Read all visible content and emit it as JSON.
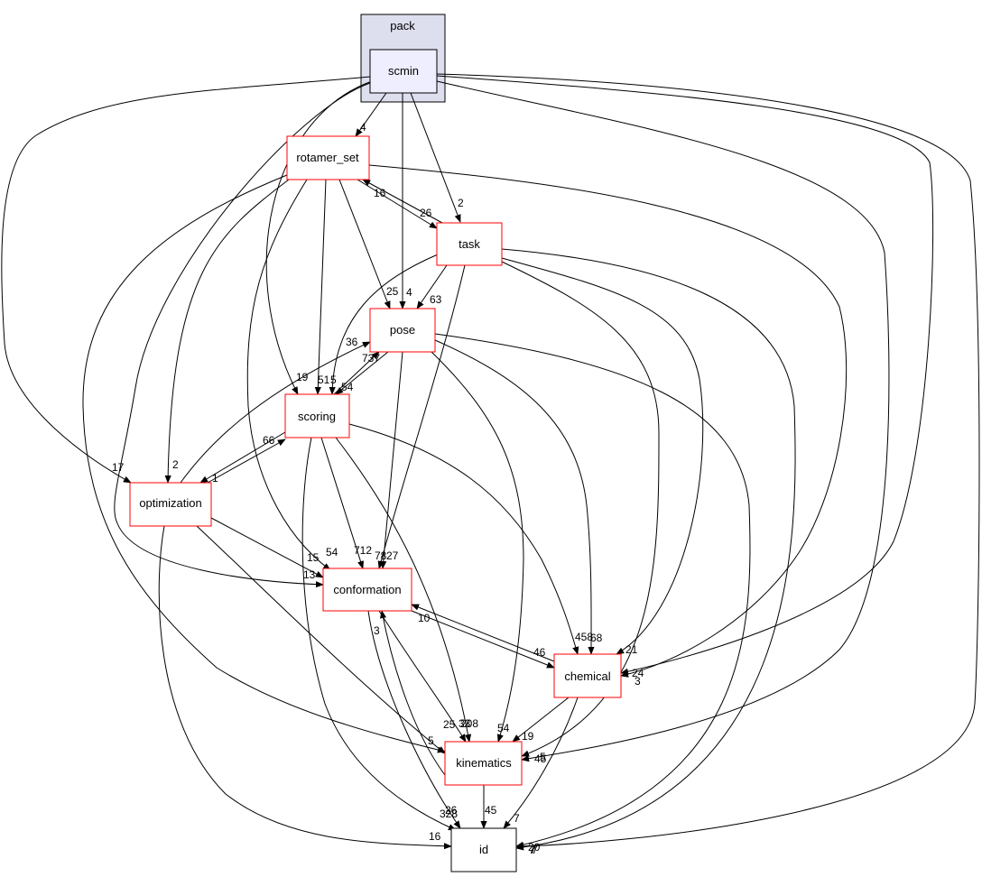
{
  "cluster": {
    "label": "pack"
  },
  "nodes": [
    {
      "id": "scmin",
      "label": "scmin"
    },
    {
      "id": "rotamer_set",
      "label": "rotamer_set"
    },
    {
      "id": "task",
      "label": "task"
    },
    {
      "id": "pose",
      "label": "pose"
    },
    {
      "id": "scoring",
      "label": "scoring"
    },
    {
      "id": "optimization",
      "label": "optimization"
    },
    {
      "id": "conformation",
      "label": "conformation"
    },
    {
      "id": "chemical",
      "label": "chemical"
    },
    {
      "id": "kinematics",
      "label": "kinematics"
    },
    {
      "id": "id",
      "label": "id"
    }
  ],
  "edge_labels": [
    {
      "id": "scmin-rotamer_set",
      "text": "4"
    },
    {
      "id": "scmin-task",
      "text": "2"
    },
    {
      "id": "scmin-pose",
      "text": "4"
    },
    {
      "id": "scmin-scoring",
      "text": "19"
    },
    {
      "id": "scmin-optimization",
      "text": "17"
    },
    {
      "id": "scmin-conformation",
      "text": "13"
    },
    {
      "id": "scmin-chemical",
      "text": "24"
    },
    {
      "id": "scmin-kinematics",
      "text": "45"
    },
    {
      "id": "scmin-id",
      "text": "20"
    },
    {
      "id": "rotamer_set-task",
      "text": "26"
    },
    {
      "id": "task-rotamer_set",
      "text": "16"
    },
    {
      "id": "rotamer_set-pose",
      "text": "25"
    },
    {
      "id": "rotamer_set-scoring",
      "text": "51"
    },
    {
      "id": "rotamer_set-optimization",
      "text": "2"
    },
    {
      "id": "rotamer_set-conformation",
      "text": "54"
    },
    {
      "id": "rotamer_set-kinematics",
      "text": "25"
    },
    {
      "id": "rotamer_set-chemical",
      "text": "3"
    },
    {
      "id": "task-pose",
      "text": "63"
    },
    {
      "id": "task-scoring",
      "text": "5"
    },
    {
      "id": "task-conformation",
      "text": "27"
    },
    {
      "id": "task-chemical",
      "text": "21"
    },
    {
      "id": "task-kinematics",
      "text": "5"
    },
    {
      "id": "task-id",
      "text": "7"
    },
    {
      "id": "scoring-pose",
      "text": "737"
    },
    {
      "id": "pose-scoring",
      "text": "54"
    },
    {
      "id": "optimization-pose",
      "text": "36"
    },
    {
      "id": "pose-conformation",
      "text": "78"
    },
    {
      "id": "pose-chemical",
      "text": "68"
    },
    {
      "id": "pose-kinematics",
      "text": "54"
    },
    {
      "id": "pose-id",
      "text": "7"
    },
    {
      "id": "scoring-optimization",
      "text": "1"
    },
    {
      "id": "optimization-scoring",
      "text": "66"
    },
    {
      "id": "scoring-conformation",
      "text": "712"
    },
    {
      "id": "scoring-chemical",
      "text": "458"
    },
    {
      "id": "scoring-kinematics",
      "text": "208"
    },
    {
      "id": "scoring-id",
      "text": "328"
    },
    {
      "id": "optimization-conformation",
      "text": "15"
    },
    {
      "id": "optimization-kinematics",
      "text": "5"
    },
    {
      "id": "optimization-id",
      "text": "16"
    },
    {
      "id": "conformation-chemical",
      "text": "46"
    },
    {
      "id": "chemical-conformation",
      "text": "10"
    },
    {
      "id": "conformation-kinematics",
      "text": "33"
    },
    {
      "id": "conformation-id",
      "text": "26"
    },
    {
      "id": "kinematics-conformation",
      "text": "3"
    },
    {
      "id": "chemical-kinematics",
      "text": "19"
    },
    {
      "id": "chemical-id",
      "text": "7"
    },
    {
      "id": "kinematics-id",
      "text": "45"
    },
    {
      "id": "scmin-task-extra",
      "text": "7"
    }
  ],
  "colors": {
    "cluster_fill": "#dddeee",
    "scmin_fill": "#eeeeff",
    "node_border_red": "#ff0000",
    "edge": "#000000"
  }
}
